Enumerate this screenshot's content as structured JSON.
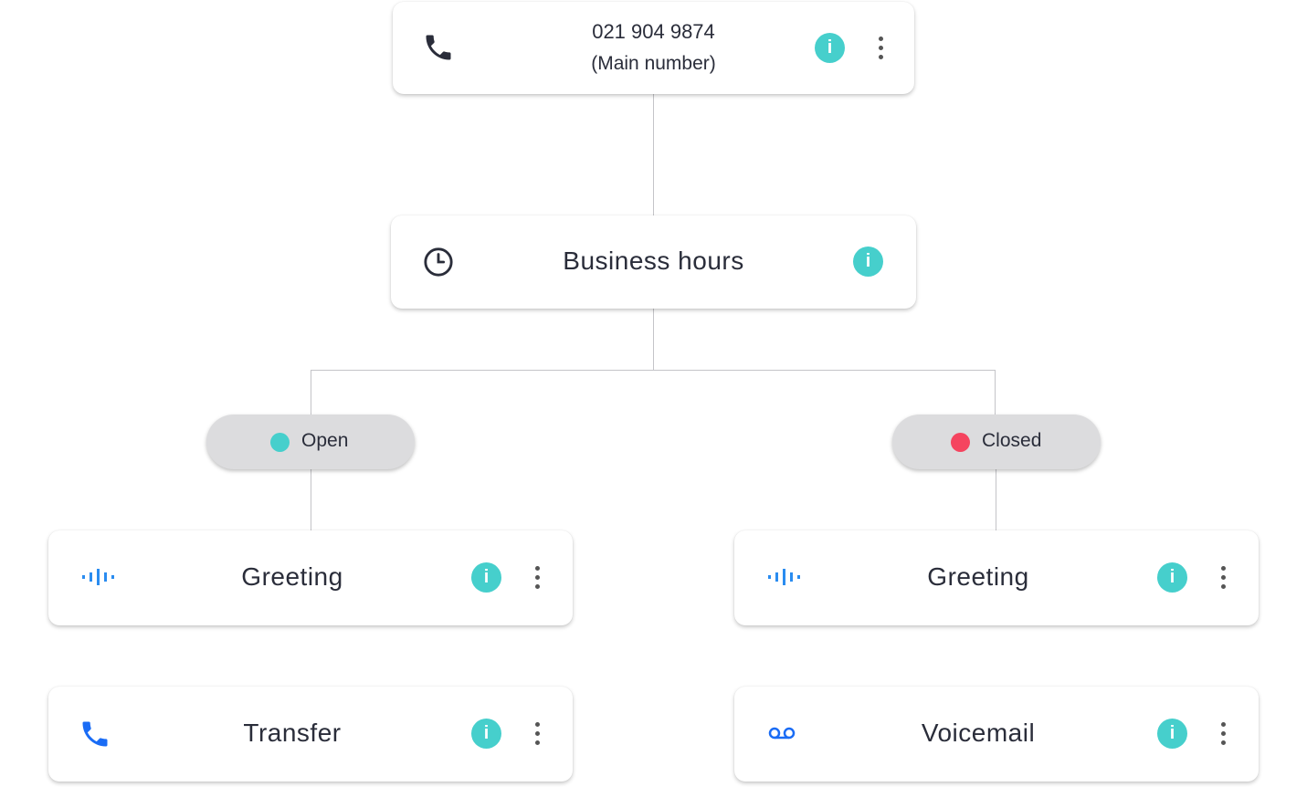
{
  "root": {
    "number": "021 904 9874",
    "subtitle": "(Main number)",
    "icon": "phone-icon"
  },
  "business_hours": {
    "label": "Business hours",
    "icon": "clock-icon"
  },
  "branches": {
    "open": {
      "label": "Open",
      "color": "#46cfcc"
    },
    "closed": {
      "label": "Closed",
      "color": "#f5445f"
    }
  },
  "nodes": {
    "open_greeting": "Greeting",
    "transfer": "Transfer",
    "closed_greeting": "Greeting",
    "voicemail": "Voicemail"
  },
  "info_glyph": "i",
  "colors": {
    "info": "#46cfcc",
    "action_icon": "#1a6cf5"
  }
}
